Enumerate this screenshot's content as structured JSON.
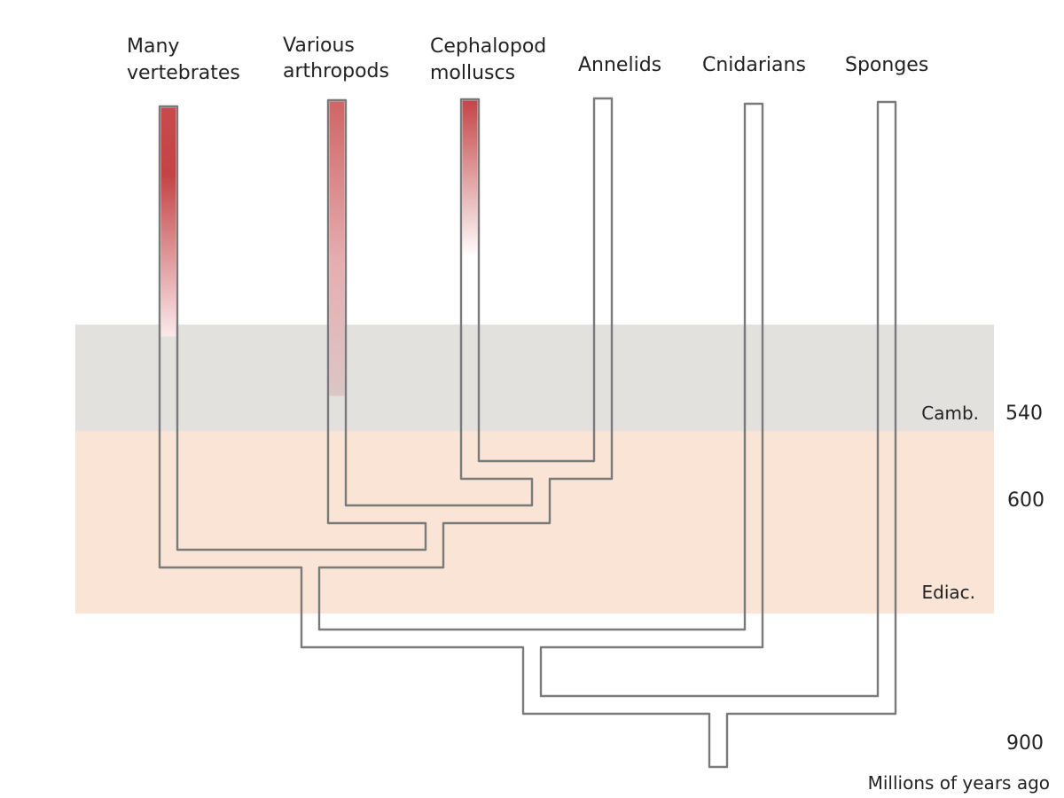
{
  "taxa": [
    {
      "line1": "Many",
      "line2": "vertebrates"
    },
    {
      "line1": "Various",
      "line2": "arthropods"
    },
    {
      "line1": "Cephalopod",
      "line2": "molluscs"
    },
    {
      "line1": "",
      "line2": "Annelids"
    },
    {
      "line1": "",
      "line2": "Cnidarians"
    },
    {
      "line1": "",
      "line2": "Sponges"
    }
  ],
  "periods": {
    "cambrian": {
      "label": "Camb.",
      "color": "#e2e1de"
    },
    "ediacaran": {
      "label": "Ediac.",
      "color": "#f9e4d6"
    }
  },
  "ticks": {
    "t540": "540",
    "t600": "600",
    "t900": "900"
  },
  "axis_unit": "Millions of years ago",
  "colors": {
    "branch": "#7a7a7a",
    "eye_gradient": "#c0393b"
  }
}
